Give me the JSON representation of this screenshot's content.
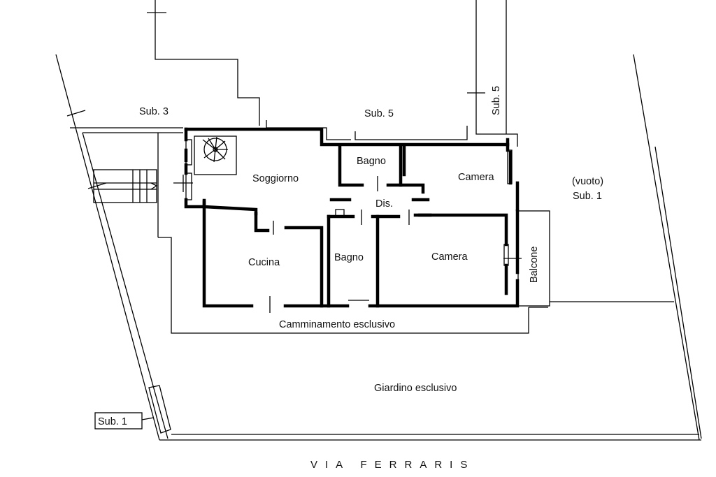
{
  "labels": {
    "sub3": "Sub. 3",
    "sub5_top": "Sub. 5",
    "sub5_side": "Sub. 5",
    "vuoto": "(vuoto)",
    "sub1_right": "Sub. 1",
    "sub1_box": "Sub. 1",
    "soggiorno": "Soggiorno",
    "bagno_top": "Bagno",
    "camera_top": "Camera",
    "dis": "Dis.",
    "cucina": "Cucina",
    "bagno_bottom": "Bagno",
    "camera_bottom": "Camera",
    "balcone": "Balcone",
    "camminamento": "Camminamento esclusivo",
    "giardino": "Giardino esclusivo",
    "street": "VIA FERRARIS"
  }
}
